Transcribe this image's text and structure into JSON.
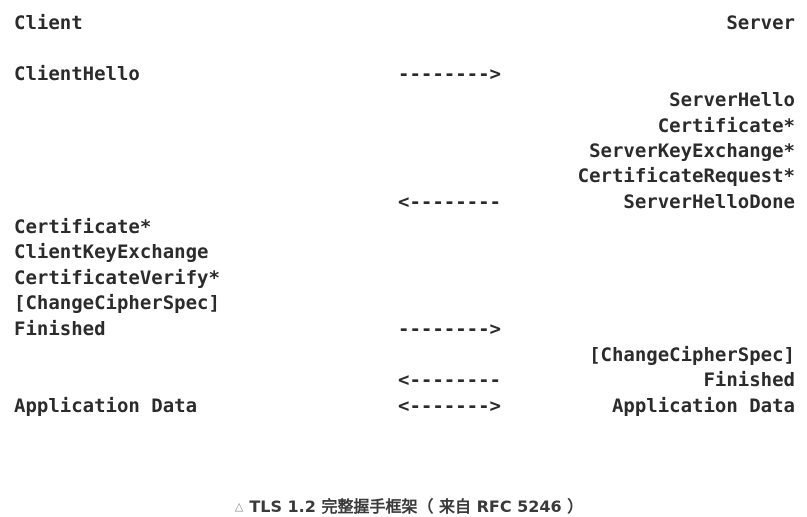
{
  "header": {
    "client": "Client",
    "server": "Server"
  },
  "rows": {
    "client_hello": "ClientHello",
    "arrow_1": "-------->",
    "server_hello": "ServerHello",
    "server_certificate": "Certificate*",
    "server_key_exchange": "ServerKeyExchange*",
    "certificate_request": "CertificateRequest*",
    "arrow_2": "<--------",
    "server_hello_done": "ServerHelloDone",
    "client_certificate": "Certificate*",
    "client_key_exchange": "ClientKeyExchange",
    "certificate_verify": "CertificateVerify*",
    "client_change_cipher_spec": "[ChangeCipherSpec]",
    "client_finished": "Finished",
    "arrow_3": "-------->",
    "server_change_cipher_spec": "[ChangeCipherSpec]",
    "arrow_4": "<--------",
    "server_finished": "Finished",
    "client_application_data": "Application Data",
    "arrow_5": "<------->",
    "server_application_data": "Application Data"
  },
  "caption": {
    "icon": "triangle-icon",
    "text": "TLS 1.2 完整握手框架（ 来自 RFC 5246 ）"
  }
}
